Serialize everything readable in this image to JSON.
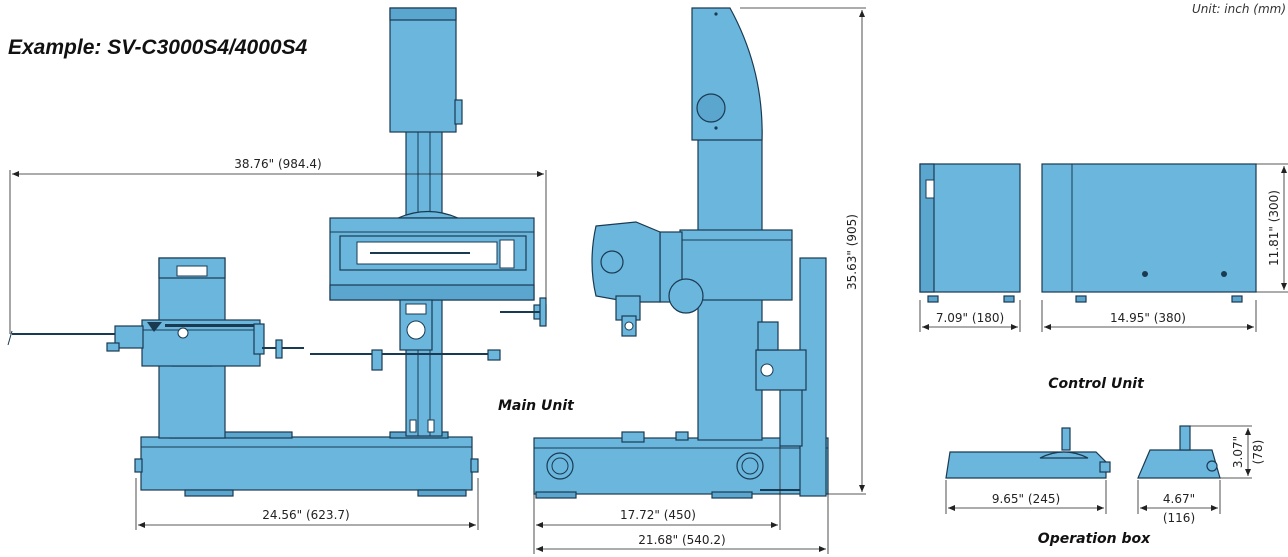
{
  "header": {
    "title": "Example: SV-C3000S4/4000S4",
    "unit": "Unit: inch (mm)"
  },
  "labels": {
    "main_unit": "Main Unit",
    "control_unit": "Control Unit",
    "operation_box": "Operation box"
  },
  "dimensions": {
    "total_width": "38.76\" (984.4)",
    "base_width": "24.56\" (623.7)",
    "height": "35.63\" (905)",
    "depth_base": "17.72\" (450)",
    "depth_total": "21.68\" (540.2)",
    "control_depth": "7.09\" (180)",
    "control_width": "14.95\" (380)",
    "control_height": "11.81\" (300)",
    "opbox_width": "9.65\" (245)",
    "opbox_depth_in": "4.67\"",
    "opbox_depth_mm": "(116)",
    "opbox_height_in": "3.07\"",
    "opbox_height_mm": "(78)"
  },
  "colors": {
    "machine_fill": "#6bb6dd",
    "outline": "#1a3a52"
  }
}
